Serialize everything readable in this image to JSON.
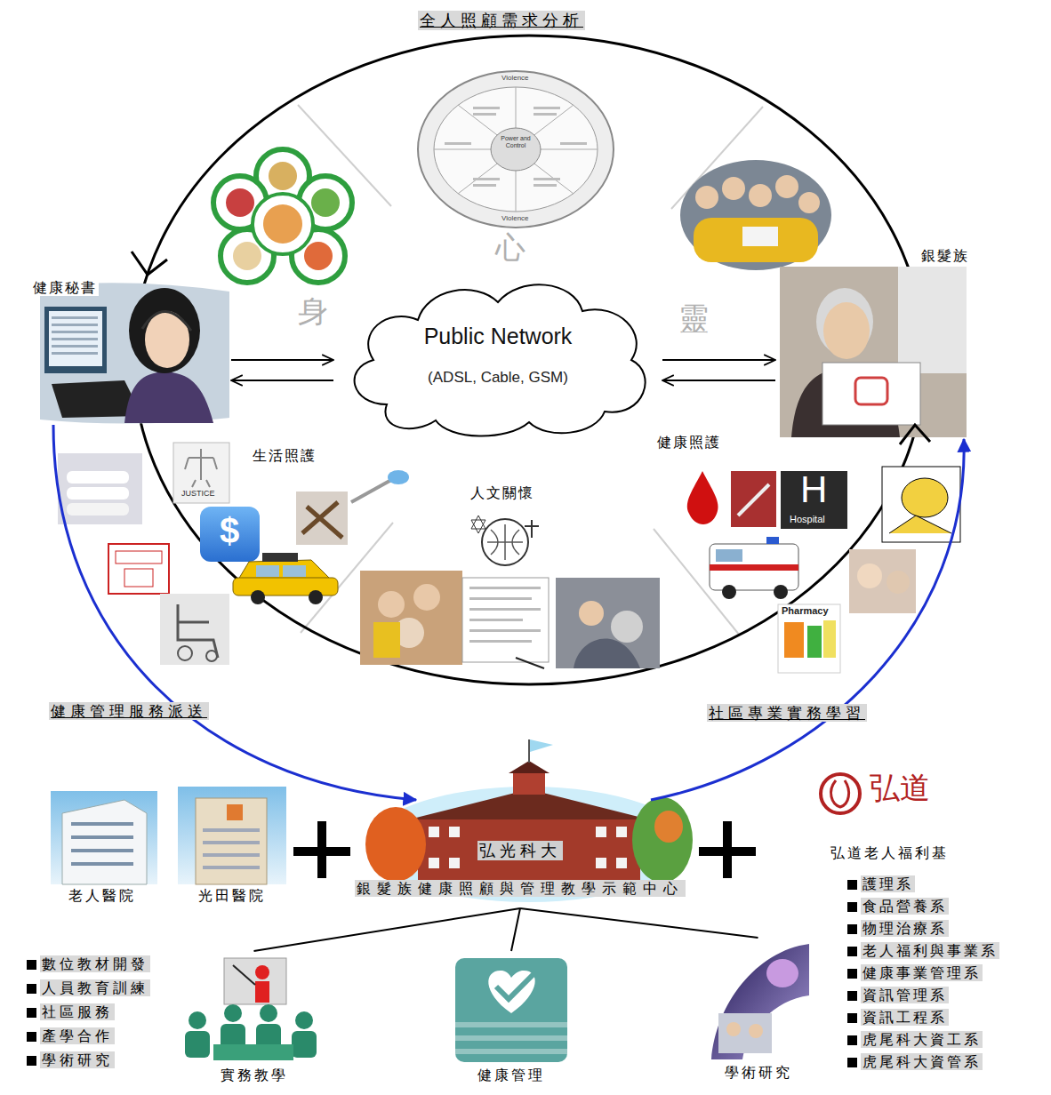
{
  "diagram": {
    "title": "全人照顧需求分析",
    "nodes": [
      {
        "text": [
          "健康秘書"
        ]
      },
      {
        "text": [
          "Public Network",
          "(ADSL, Cable, GSM)"
        ]
      },
      {
        "text": [
          "銀髮族"
        ]
      },
      {
        "text": [
          "老人醫院"
        ]
      },
      {
        "text": [
          "光田醫院"
        ]
      },
      {
        "text": [
          "弘光科大",
          "銀髮族健康照顧與管理教學示範中心"
        ]
      },
      {
        "text": [
          "弘道老人福利基"
        ]
      },
      {
        "text": [
          "實務教學"
        ]
      },
      {
        "text": [
          "健康管理"
        ]
      },
      {
        "text": [
          "學術研究"
        ]
      }
    ],
    "edges": [
      {
        "from": 0,
        "to": 1,
        "arrow": "to"
      },
      {
        "from": 1,
        "to": 0,
        "arrow": "to"
      },
      {
        "from": 1,
        "to": 2,
        "arrow": "to"
      },
      {
        "from": 2,
        "to": 1,
        "arrow": "to"
      },
      {
        "from": 0,
        "to": 5,
        "label": "健康管理服務派送",
        "arrow": "to"
      },
      {
        "from": 5,
        "to": 2,
        "label": "社區專業實務學習",
        "arrow": "to"
      },
      {
        "from": 5,
        "to": 7,
        "arrow": "none"
      },
      {
        "from": 5,
        "to": 8,
        "arrow": "none"
      },
      {
        "from": 5,
        "to": 9,
        "arrow": "none"
      }
    ],
    "labels": [
      "心",
      "身",
      "靈",
      "生活照護",
      "人文關懷",
      "健康照護",
      "Violence",
      "Power and Control",
      "Violence",
      "JUSTICE",
      "$",
      "H",
      "Hospital",
      "Pharmacy",
      "數位教材開發",
      "人員教育訓練",
      "社區服務",
      "產學合作",
      "學術研究",
      "護理系",
      "食品營養系",
      "物理治療系",
      "老人福利與事業系",
      "健康事業管理系",
      "資訊管理系",
      "資訊工程系",
      "虎尾科大資工系",
      "虎尾科大資管系",
      "弘道"
    ]
  }
}
